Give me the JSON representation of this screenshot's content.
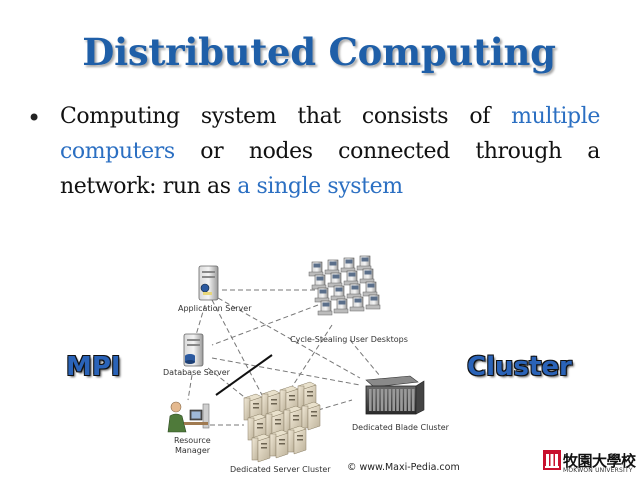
{
  "slide": {
    "title": "Distributed Computing",
    "bullet": {
      "part1": "Computing system that consists of ",
      "highlight1": "multiple computers",
      "part2": " or nodes connected through a network: run as ",
      "highlight2": "a single system"
    },
    "left_label": "MPI",
    "right_label": "Cluster",
    "colors": {
      "title": "#1f5fa8",
      "highlight": "#2b6fc2",
      "side_label": "#2a63b8"
    }
  },
  "diagram": {
    "nodes": {
      "app_server": "Application Server",
      "db_server": "Database Server",
      "resource_manager_line1": "Resource",
      "resource_manager_line2": "Manager",
      "desktops": "Cycle-Stealing User Desktops",
      "blade_cluster": "Dedicated Blade Cluster",
      "server_cluster": "Dedicated Server Cluster"
    },
    "copyright": "© www.Maxi-Pedia.com"
  },
  "logo": {
    "name_cn": "牧園大學校",
    "name_en": "MOKWON UNIVERSITY"
  }
}
